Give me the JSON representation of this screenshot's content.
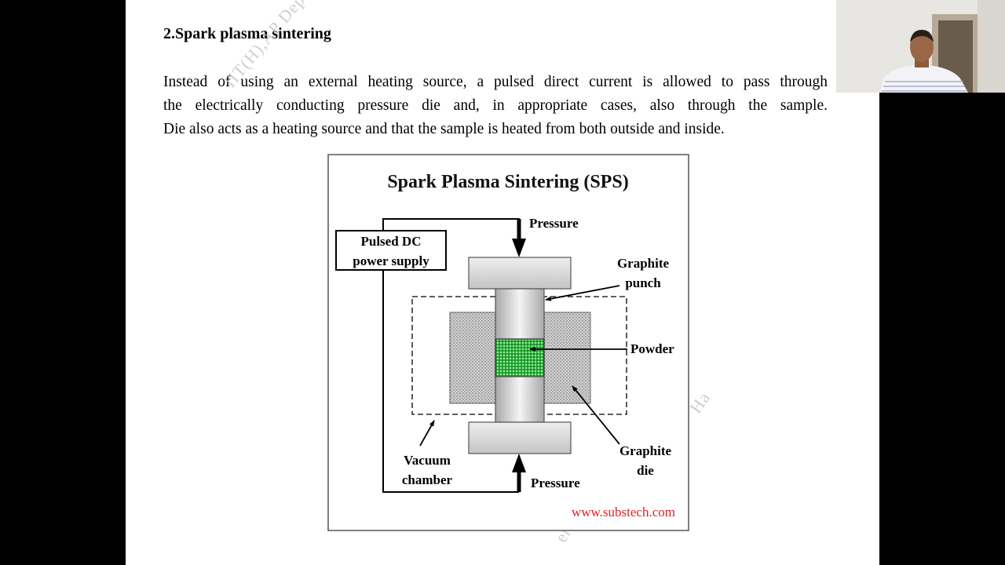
{
  "slide": {
    "title": "2.Spark plasma sintering",
    "body_lines": [
      "Instead of using an external heating source, a pulsed direct current is allowed to pass through",
      "the electrically conducting pressure die and, in appropriate cases, also through the sample.",
      "Die also acts as a heating source and that the sample is heated from both outside and inside."
    ],
    "watermark_fragments": [
      "IIT(H),AP Depart",
      "Ha",
      "er"
    ]
  },
  "diagram": {
    "title": "Spark Plasma Sintering (SPS)",
    "labels": {
      "power_supply_line1": "Pulsed DC",
      "power_supply_line2": "power supply",
      "pressure_top": "Pressure",
      "pressure_bottom": "Pressure",
      "graphite_punch_line1": "Graphite",
      "graphite_punch_line2": "punch",
      "powder": "Powder",
      "graphite_die_line1": "Graphite",
      "graphite_die_line2": "die",
      "vacuum_chamber_line1": "Vacuum",
      "vacuum_chamber_line2": "chamber"
    },
    "source_url": "www.substech.com",
    "colors": {
      "powder": "#22aa33",
      "die": "#c8c8c8",
      "punch": "#d4d4d4",
      "url": "#e0202a"
    }
  }
}
